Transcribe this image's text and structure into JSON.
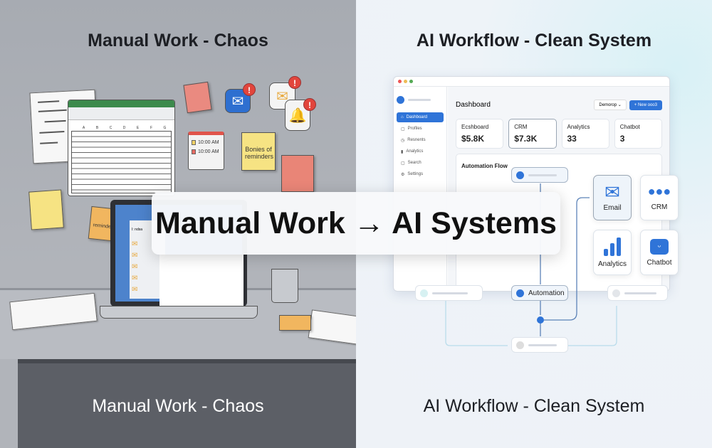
{
  "left": {
    "title_top": "Manual Work - Chaos",
    "title_bottom": "Manual Work - Chaos",
    "calendar": {
      "times": [
        "10:00 AM",
        "10:00 AM"
      ]
    },
    "sticky_note_text": "Bonies of reminders",
    "orange_note_text": "reminders",
    "spreadsheet_columns": [
      "A",
      "B",
      "C",
      "D",
      "E",
      "F",
      "G"
    ],
    "laptop_inbox_label": "I: ndsa"
  },
  "banner": {
    "text": "Manual Work → AI Systems"
  },
  "right": {
    "title_top": "AI Workflow - Clean System",
    "title_bottom": "AI Workflow - Clean System",
    "dashboard": {
      "title": "Dashboard",
      "dropdown": "Demorop",
      "new_button": "+ New ooo3",
      "sidebar": [
        "Dashboard",
        "Profiles",
        "Resnents",
        "Analytics",
        "Search",
        "Settings"
      ],
      "cards": [
        {
          "label": "Ecshboard",
          "value": "$5.8K"
        },
        {
          "label": "CRM",
          "value": "$7.3K"
        },
        {
          "label": "Analytics",
          "value": "33"
        },
        {
          "label": "Chatbot",
          "value": "3"
        }
      ],
      "flow_title": "Automation Flow"
    },
    "flow": {
      "automation_node": "Automation"
    },
    "tiles": [
      {
        "label": "Email",
        "icon": "envelope-icon"
      },
      {
        "label": "CRM",
        "icon": "users-icon"
      },
      {
        "label": "Analytics",
        "icon": "bar-chart-icon"
      },
      {
        "label": "Chatbot",
        "icon": "chat-icon"
      }
    ],
    "accent": "#2f74d8"
  }
}
